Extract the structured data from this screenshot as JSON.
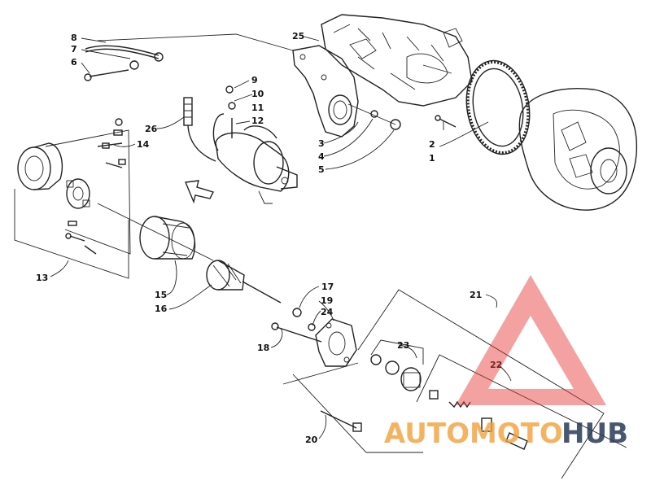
{
  "callouts": [
    {
      "id": "c1",
      "text": "1"
    },
    {
      "id": "c2",
      "text": "2"
    },
    {
      "id": "c3",
      "text": "3"
    },
    {
      "id": "c4",
      "text": "4"
    },
    {
      "id": "c5",
      "text": "5"
    },
    {
      "id": "c6",
      "text": "6"
    },
    {
      "id": "c7",
      "text": "7"
    },
    {
      "id": "c8",
      "text": "8"
    },
    {
      "id": "c9",
      "text": "9"
    },
    {
      "id": "c10",
      "text": "10"
    },
    {
      "id": "c11",
      "text": "11"
    },
    {
      "id": "c12",
      "text": "12"
    },
    {
      "id": "c13",
      "text": "13"
    },
    {
      "id": "c14",
      "text": "14"
    },
    {
      "id": "c15",
      "text": "15"
    },
    {
      "id": "c16",
      "text": "16"
    },
    {
      "id": "c17",
      "text": "17"
    },
    {
      "id": "c18",
      "text": "18"
    },
    {
      "id": "c19",
      "text": "19"
    },
    {
      "id": "c20",
      "text": "20"
    },
    {
      "id": "c21",
      "text": "21"
    },
    {
      "id": "c22",
      "text": "22"
    },
    {
      "id": "c23",
      "text": "23"
    },
    {
      "id": "c24",
      "text": "24"
    },
    {
      "id": "c25",
      "text": "25"
    },
    {
      "id": "c26",
      "text": "26"
    }
  ],
  "watermark": {
    "text_a": "AUTOMOTO",
    "text_b": "HUB",
    "color_a": "#f2a13a",
    "color_b": "#2a3a55",
    "logo_color": "#e53935"
  }
}
